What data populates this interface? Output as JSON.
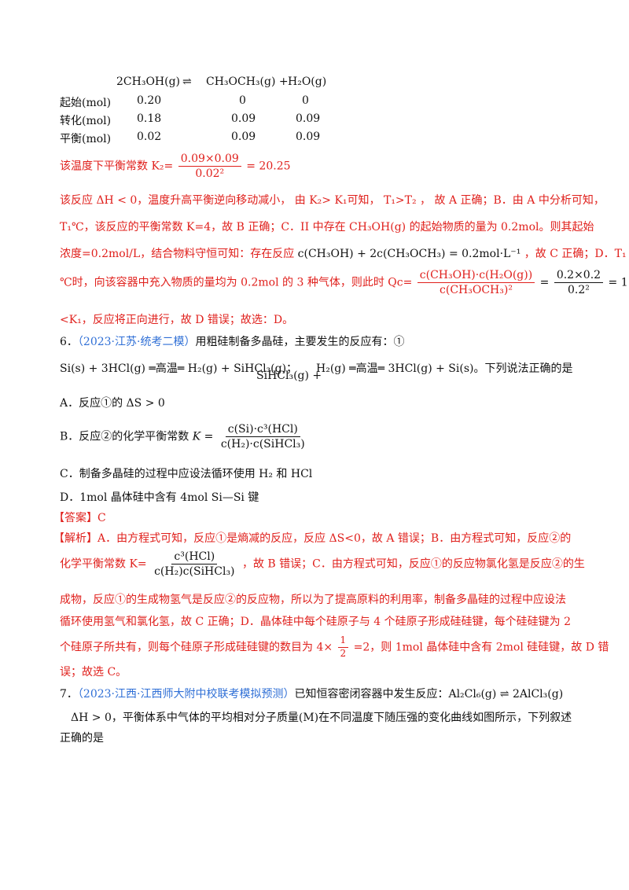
{
  "table": {
    "header": [
      "2CH₃OH(g)",
      "⇌",
      "CH₃OCH₃(g) +",
      "H₂O(g)"
    ],
    "rows": [
      {
        "label": "起始(mol)",
        "values": [
          "0.20",
          "0",
          "0"
        ]
      },
      {
        "label": "转化(mol)",
        "values": [
          "0.18",
          "0.09",
          "0.09"
        ]
      },
      {
        "label": "平衡(mol)",
        "values": [
          "0.02",
          "0.09",
          "0.09"
        ]
      }
    ]
  },
  "solution": {
    "k2_prefix": "该温度下平衡常数 K₂=",
    "k2_num": "0.09×0.09",
    "k2_den": "0.02²",
    "k2_result": "= 20.25",
    "line1": "该反应 ΔH < 0，温度升高平衡逆向移动减小， 由 K₂> K₁可知， T₁>T₂ ， 故 A 正确；B．由 A 中分析可知，",
    "line2": "T₁℃，该反应的平衡常数 K=4，故 B 正确；C．II 中存在 CH₃OH(g) 的起始物质的量为 0.2mol。则其起始",
    "line3_a": "浓度=0.2mol/L，结合物料守恒可知：存在反应",
    "line3_eq": "c(CH₃OH) + 2c(CH₃OCH₃) = 0.2mol·L⁻¹",
    "line3_b": "，故 C 正确；D．T₁",
    "line4_a": "℃时，向该容器中充入物质的量均为 0.2mol 的 3 种气体，则此时 Qc=",
    "qc_num": "c(CH₃OH)·c(H₂O(g))",
    "qc_den": "c(CH₃OCH₃)²",
    "qc_mid_num": "0.2×0.2",
    "qc_mid_den": "0.2²",
    "qc_result": "= 1",
    "line5": "<K₁，反应将正向进行，故 D 错误；故选：D。"
  },
  "q6": {
    "num": "6．",
    "source": "（2023·江苏·统考二模）",
    "stem": "用粗硅制备多晶硅，主要发生的反应有：①",
    "eq1": "Si(s) + 3HCl(g) ═高温═ H₂(g) + SiHCl₃(g)；",
    "eq2_a": "SiHCl₃(g) +",
    "eq2_b": "H₂(g) ═高温═ 3HCl(g) + Si(s)",
    "eq2_tail": "。下列说法正确的是",
    "optA": "A．反应①的 ΔS > 0",
    "optB_a": "B．反应②的化学平衡常数",
    "optB_k": "K =",
    "optB_num": "c(Si)·c³(HCl)",
    "optB_den": "c(H₂)·c(SiHCl₃)",
    "optC": "C．制备多晶硅的过程中应设法循环使用 H₂ 和 HCl",
    "optD": "D．1mol 晶体硅中含有 4mol Si—Si 键",
    "answer": "【答案】C",
    "expl_label": "【解析】",
    "expl1": "A．由方程式可知，反应①是熵减的反应，反应 ΔS<0，故 A 错误；B．由方程式可知，反应②的",
    "expl2_a": "化学平衡常数 K=",
    "expl2_num": "c³(HCl)",
    "expl2_den": "c(H₂)c(SiHCl₃)",
    "expl2_b": "，故 B 错误；C．由方程式可知，反应①的反应物氯化氢是反应②的生",
    "expl3": "成物，反应①的生成物氢气是反应②的反应物，所以为了提高原料的利用率，制备多晶硅的过程中应设法",
    "expl4": "循环使用氢气和氯化氢，故 C 正确；D．晶体硅中每个硅原子与 4 个硅原子形成硅硅键，每个硅硅键为 2",
    "expl5_a": "个硅原子所共有，则每个硅原子形成硅硅键的数目为 4×",
    "expl5_num": "1",
    "expl5_den": "2",
    "expl5_b": "=2，则 1mol 晶体硅中含有 2mol 硅硅键，故 D 错",
    "expl6": "误；故选 C。"
  },
  "q7": {
    "num": "7．",
    "source": "（2023·江西·江西师大附中校联考模拟预测）",
    "stem": "已知恒容密闭容器中发生反应：",
    "eq": "Al₂Cl₆(g) ⇌ 2AlCl₃(g)",
    "line2": "ΔH > 0，平衡体系中气体的平均相对分子质量(M)在不同温度下随压强的变化曲线如图所示，下列叙述",
    "line3": "正确的是"
  }
}
